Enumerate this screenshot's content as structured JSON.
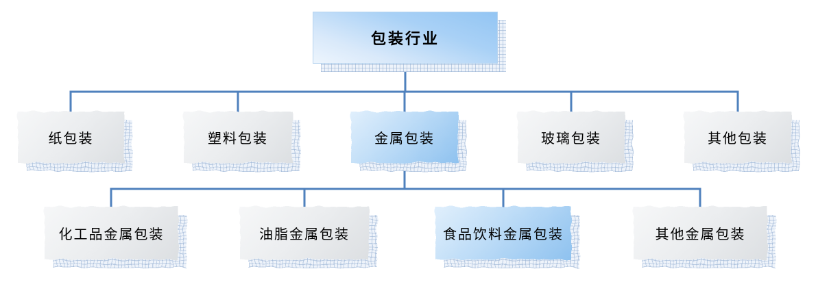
{
  "diagram": {
    "type": "org-chart",
    "title": "包装行业",
    "root": {
      "id": "packaging-industry",
      "label": "包装行业",
      "variant": "blue-gradient"
    },
    "level2": [
      {
        "id": "paper-packaging",
        "label": "纸包装",
        "variant": "gray"
      },
      {
        "id": "plastic-packaging",
        "label": "塑料包装",
        "variant": "gray"
      },
      {
        "id": "metal-packaging",
        "label": "金属包装",
        "variant": "blue",
        "highlighted": true
      },
      {
        "id": "glass-packaging",
        "label": "玻璃包装",
        "variant": "gray"
      },
      {
        "id": "other-packaging",
        "label": "其他包装",
        "variant": "gray"
      }
    ],
    "level3_parent": "金属包装",
    "level3": [
      {
        "id": "chemical-metal-packaging",
        "label": "化工品金属包装",
        "variant": "gray"
      },
      {
        "id": "oil-metal-packaging",
        "label": "油脂金属包装",
        "variant": "gray"
      },
      {
        "id": "food-beverage-metal-packaging",
        "label": "食品饮料金属包装",
        "variant": "blue",
        "highlighted": true
      },
      {
        "id": "other-metal-packaging",
        "label": "其他金属包装",
        "variant": "gray"
      }
    ],
    "colors": {
      "connector": "#4f81bd",
      "root_gradient_start": "#93c5f3",
      "root_gradient_end": "#edf5fd",
      "blue_node_start": "#e0effc",
      "blue_node_end": "#8fc2ef",
      "gray_node_start": "#f6f7f8",
      "gray_node_end": "#dcdfe2",
      "shadow_grid_line": "#94afd2",
      "shadow_bg": "#eef3fa",
      "text": "#000000"
    }
  }
}
